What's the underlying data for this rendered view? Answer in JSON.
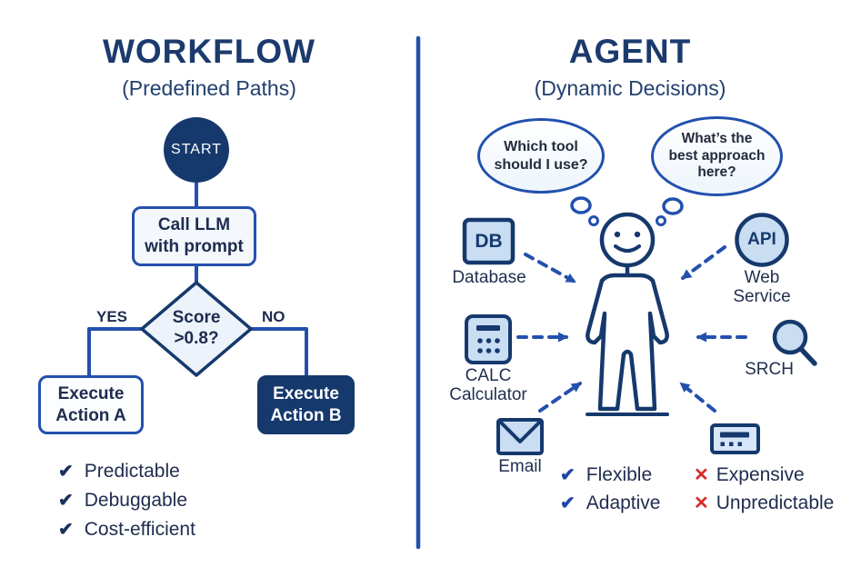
{
  "colors": {
    "navy": "#16396d",
    "line_blue": "#2450ad",
    "light_blue_fill": "#c9ddf3",
    "pale_fill": "#f4f8fd",
    "text_dark": "#212d4f",
    "red_x": "#d92b2b",
    "white": "#ffffff"
  },
  "workflow": {
    "title": "WORKFLOW",
    "subtitle": "(Predefined Paths)",
    "start": "START",
    "llm_lines": [
      "Call LLM",
      "with prompt"
    ],
    "decision_lines": [
      "Score",
      ">0.8?"
    ],
    "yes": "YES",
    "no": "NO",
    "action_a_lines": [
      "Execute",
      "Action A"
    ],
    "action_b_lines": [
      "Execute",
      "Action B"
    ],
    "check_glyph": "✔",
    "pros": [
      "Predictable",
      "Debuggable",
      "Cost-efficient"
    ]
  },
  "agent": {
    "title": "AGENT",
    "subtitle": "(Dynamic Decisions)",
    "bubble1_lines": [
      "Which tool",
      "should I use?"
    ],
    "bubble2_lines": [
      "What’s the",
      "best approach",
      "here?"
    ],
    "db_icon_text": "DB",
    "db_label": "Database",
    "api_icon_text": "API",
    "api_label_lines": [
      "Web",
      "Service"
    ],
    "calc_label_lines": [
      "CALC",
      "Calculator"
    ],
    "srch_label": "SRCH",
    "email_label": "Email",
    "check_glyph": "✔",
    "x_glyph": "✕",
    "pros": [
      "Flexible",
      "Adaptive"
    ],
    "cons": [
      "Expensive",
      "Unpredictable"
    ]
  }
}
